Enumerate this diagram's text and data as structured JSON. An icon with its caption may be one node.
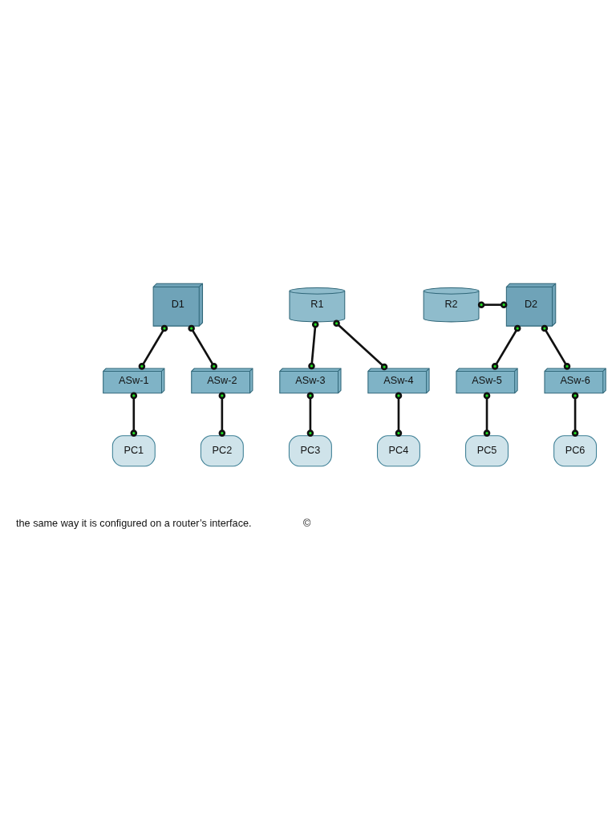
{
  "diagram": {
    "nodes": [
      {
        "text": [
          "D1"
        ]
      },
      {
        "text": [
          "R1"
        ]
      },
      {
        "text": [
          "R2"
        ]
      },
      {
        "text": [
          "D2"
        ]
      },
      {
        "text": [
          "ASw-1"
        ]
      },
      {
        "text": [
          "ASw-2"
        ]
      },
      {
        "text": [
          "ASw-3"
        ]
      },
      {
        "text": [
          "ASw-4"
        ]
      },
      {
        "text": [
          "ASw-5"
        ]
      },
      {
        "text": [
          "ASw-6"
        ]
      },
      {
        "text": [
          "PC1"
        ]
      },
      {
        "text": [
          "PC2"
        ]
      },
      {
        "text": [
          "PC3"
        ]
      },
      {
        "text": [
          "PC4"
        ]
      },
      {
        "text": [
          "PC5"
        ]
      },
      {
        "text": [
          "PC6"
        ]
      }
    ],
    "edges": [
      {
        "from": 0,
        "to": 4,
        "arrow": "other"
      },
      {
        "from": 0,
        "to": 5,
        "arrow": "other"
      },
      {
        "from": 4,
        "to": 10,
        "arrow": "other"
      },
      {
        "from": 5,
        "to": 11,
        "arrow": "other"
      },
      {
        "from": 1,
        "to": 6,
        "arrow": "other"
      },
      {
        "from": 1,
        "to": 7,
        "arrow": "other"
      },
      {
        "from": 6,
        "to": 12,
        "arrow": "other"
      },
      {
        "from": 7,
        "to": 13,
        "arrow": "other"
      },
      {
        "from": 2,
        "to": 3,
        "arrow": "other"
      },
      {
        "from": 3,
        "to": 8,
        "arrow": "other"
      },
      {
        "from": 3,
        "to": 9,
        "arrow": "other"
      },
      {
        "from": 8,
        "to": 14,
        "arrow": "other"
      },
      {
        "from": 9,
        "to": 15,
        "arrow": "other"
      }
    ],
    "labels": [
      "the same way it is configured on a router’s interface.",
      "©"
    ]
  }
}
